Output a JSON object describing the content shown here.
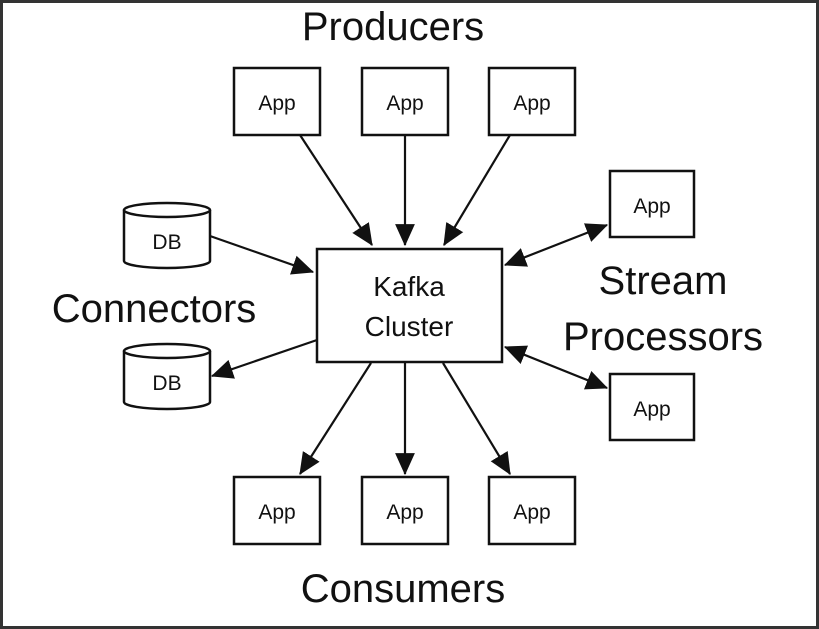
{
  "diagram": {
    "title": "Kafka ecosystem",
    "colors": {
      "stroke": "#111111",
      "background": "#ffffff",
      "frame": "#333333"
    },
    "groups": {
      "producers": "Producers",
      "consumers": "Consumers",
      "connectors": "Connectors",
      "stream_processors_line1": "Stream",
      "stream_processors_line2": "Processors"
    },
    "center": {
      "line1": "Kafka",
      "line2": "Cluster"
    },
    "nodes": {
      "producer_1": "App",
      "producer_2": "App",
      "producer_3": "App",
      "consumer_1": "App",
      "consumer_2": "App",
      "consumer_3": "App",
      "stream_1": "App",
      "stream_2": "App",
      "db_1": "DB",
      "db_2": "DB"
    },
    "edges": [
      {
        "from": "producer_1",
        "to": "kafka",
        "direction": "to"
      },
      {
        "from": "producer_2",
        "to": "kafka",
        "direction": "to"
      },
      {
        "from": "producer_3",
        "to": "kafka",
        "direction": "to"
      },
      {
        "from": "db_1",
        "to": "kafka",
        "direction": "to"
      },
      {
        "from": "kafka",
        "to": "db_2",
        "direction": "to"
      },
      {
        "from": "kafka",
        "to": "stream_1",
        "direction": "both"
      },
      {
        "from": "kafka",
        "to": "stream_2",
        "direction": "both"
      },
      {
        "from": "kafka",
        "to": "consumer_1",
        "direction": "to"
      },
      {
        "from": "kafka",
        "to": "consumer_2",
        "direction": "to"
      },
      {
        "from": "kafka",
        "to": "consumer_3",
        "direction": "to"
      }
    ]
  }
}
